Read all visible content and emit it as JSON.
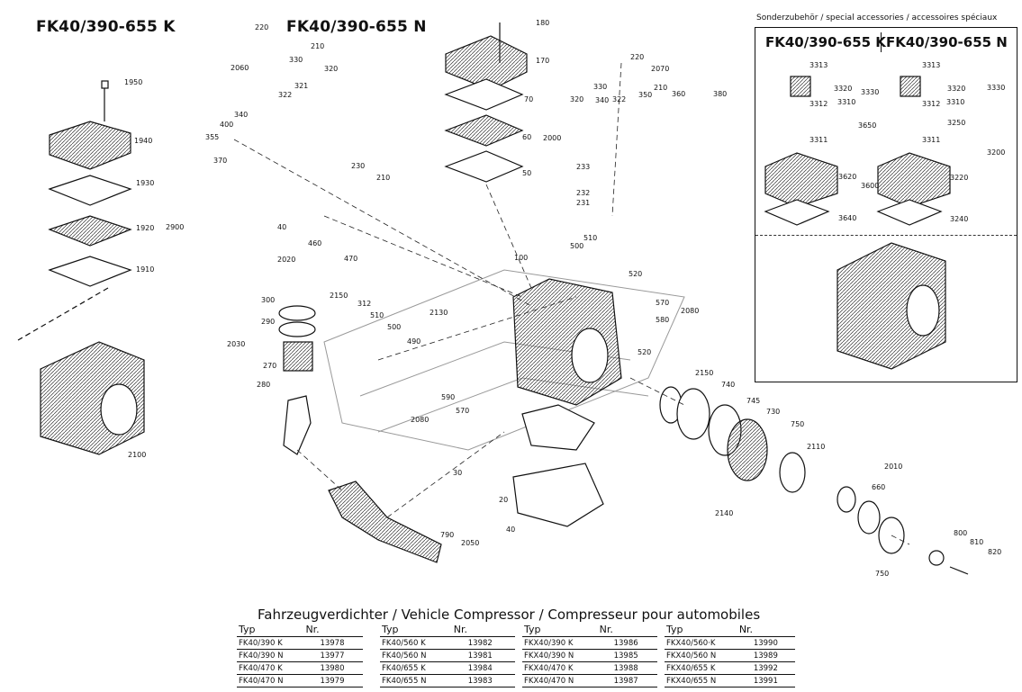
{
  "titles": {
    "k": "FK40/390-655 K",
    "n": "FK40/390-655 N"
  },
  "accessories": {
    "header": "Sonderzubehör / special accessories / accessoires spéciaux",
    "k_title": "FK40/390-655 K",
    "n_title": "FK40/390-655 N",
    "labels_k": [
      "3313",
      "3320",
      "3330",
      "3312",
      "3310",
      "3650",
      "3311",
      "3620",
      "3600",
      "3640"
    ],
    "labels_n": [
      "3313",
      "3320",
      "3330",
      "3312",
      "3310",
      "3250",
      "3311",
      "3200",
      "3220",
      "3240"
    ]
  },
  "part_labels": [
    "220",
    "2060",
    "210",
    "330",
    "320",
    "321",
    "322",
    "340",
    "400",
    "355",
    "370",
    "230",
    "210",
    "1950",
    "1940",
    "1930",
    "1920",
    "2900",
    "1910",
    "2100",
    "180",
    "170",
    "70",
    "60",
    "2000",
    "50",
    "220",
    "2070",
    "330",
    "320",
    "340",
    "322",
    "350",
    "210",
    "360",
    "380",
    "233",
    "232",
    "231",
    "40",
    "460",
    "2020",
    "470",
    "2150",
    "312",
    "510",
    "500",
    "100",
    "520",
    "570",
    "2080",
    "580",
    "520",
    "300",
    "290",
    "2030",
    "270",
    "280",
    "510",
    "500",
    "2130",
    "490",
    "590",
    "570",
    "2080",
    "2150",
    "740",
    "745",
    "730",
    "750",
    "2110",
    "2010",
    "30",
    "20",
    "40",
    "660",
    "2140",
    "800",
    "810",
    "820",
    "750",
    "790",
    "2050"
  ],
  "footer": {
    "title": "Fahrzeugverdichter / Vehicle Compressor / Compresseur pour automobiles",
    "col_typ": "Typ",
    "col_nr": "Nr.",
    "tables": [
      {
        "rows": [
          {
            "typ": "FK40/390 K",
            "nr": "13978"
          },
          {
            "typ": "FK40/390 N",
            "nr": "13977"
          },
          {
            "typ": "FK40/470 K",
            "nr": "13980"
          },
          {
            "typ": "FK40/470 N",
            "nr": "13979"
          }
        ]
      },
      {
        "rows": [
          {
            "typ": "FK40/560 K",
            "nr": "13982"
          },
          {
            "typ": "FK40/560 N",
            "nr": "13981"
          },
          {
            "typ": "FK40/655 K",
            "nr": "13984"
          },
          {
            "typ": "FK40/655 N",
            "nr": "13983"
          }
        ]
      },
      {
        "rows": [
          {
            "typ": "FKX40/390 K",
            "nr": "13986"
          },
          {
            "typ": "FKX40/390 N",
            "nr": "13985"
          },
          {
            "typ": "FKX40/470 K",
            "nr": "13988"
          },
          {
            "typ": "FKX40/470 N",
            "nr": "13987"
          }
        ]
      },
      {
        "rows": [
          {
            "typ": "FKX40/560·K",
            "nr": "13990"
          },
          {
            "typ": "FKX40/560 N",
            "nr": "13989"
          },
          {
            "typ": "FKX40/655 K",
            "nr": "13992"
          },
          {
            "typ": "FKX40/655 N",
            "nr": "13991"
          }
        ]
      }
    ]
  }
}
